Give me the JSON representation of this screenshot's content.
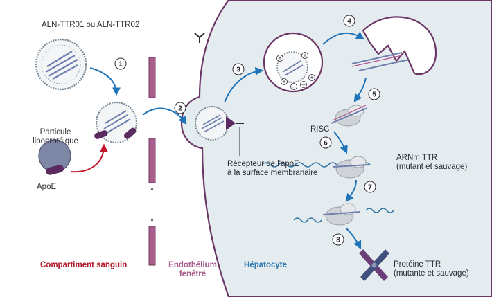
{
  "labels": {
    "aln": "ALN-TTR01 ou ALN-TTR02",
    "particle_l1": "Particule",
    "particle_l2": "lipoprotéique",
    "apoe": "ApoE",
    "receptor_l1": "Récepteur de l'apoE",
    "receptor_l2": "à la surface membranaire",
    "risc": "RISC",
    "mrna_l1": "ARNm TTR",
    "mrna_l2": "(mutant et sauvage)",
    "protein_l1": "Protéine TTR",
    "protein_l2": "(mutante et sauvage)"
  },
  "regions": {
    "blood": "Compartiment sanguin",
    "endo_l1": "Endothélium",
    "endo_l2": "fenêtré",
    "hepatocyte": "Hépatocyte"
  },
  "steps": [
    "1",
    "2",
    "3",
    "4",
    "5",
    "6",
    "7",
    "8"
  ],
  "colors": {
    "blood": "#b0192a",
    "endothelium": "#a85d8c",
    "hepatocyte": "#2f78b4",
    "cell_fill": "#e4ecef",
    "membrane": "#6b3566",
    "arrow_blue": "#1f73b7",
    "arrow_red": "#c3162c"
  }
}
